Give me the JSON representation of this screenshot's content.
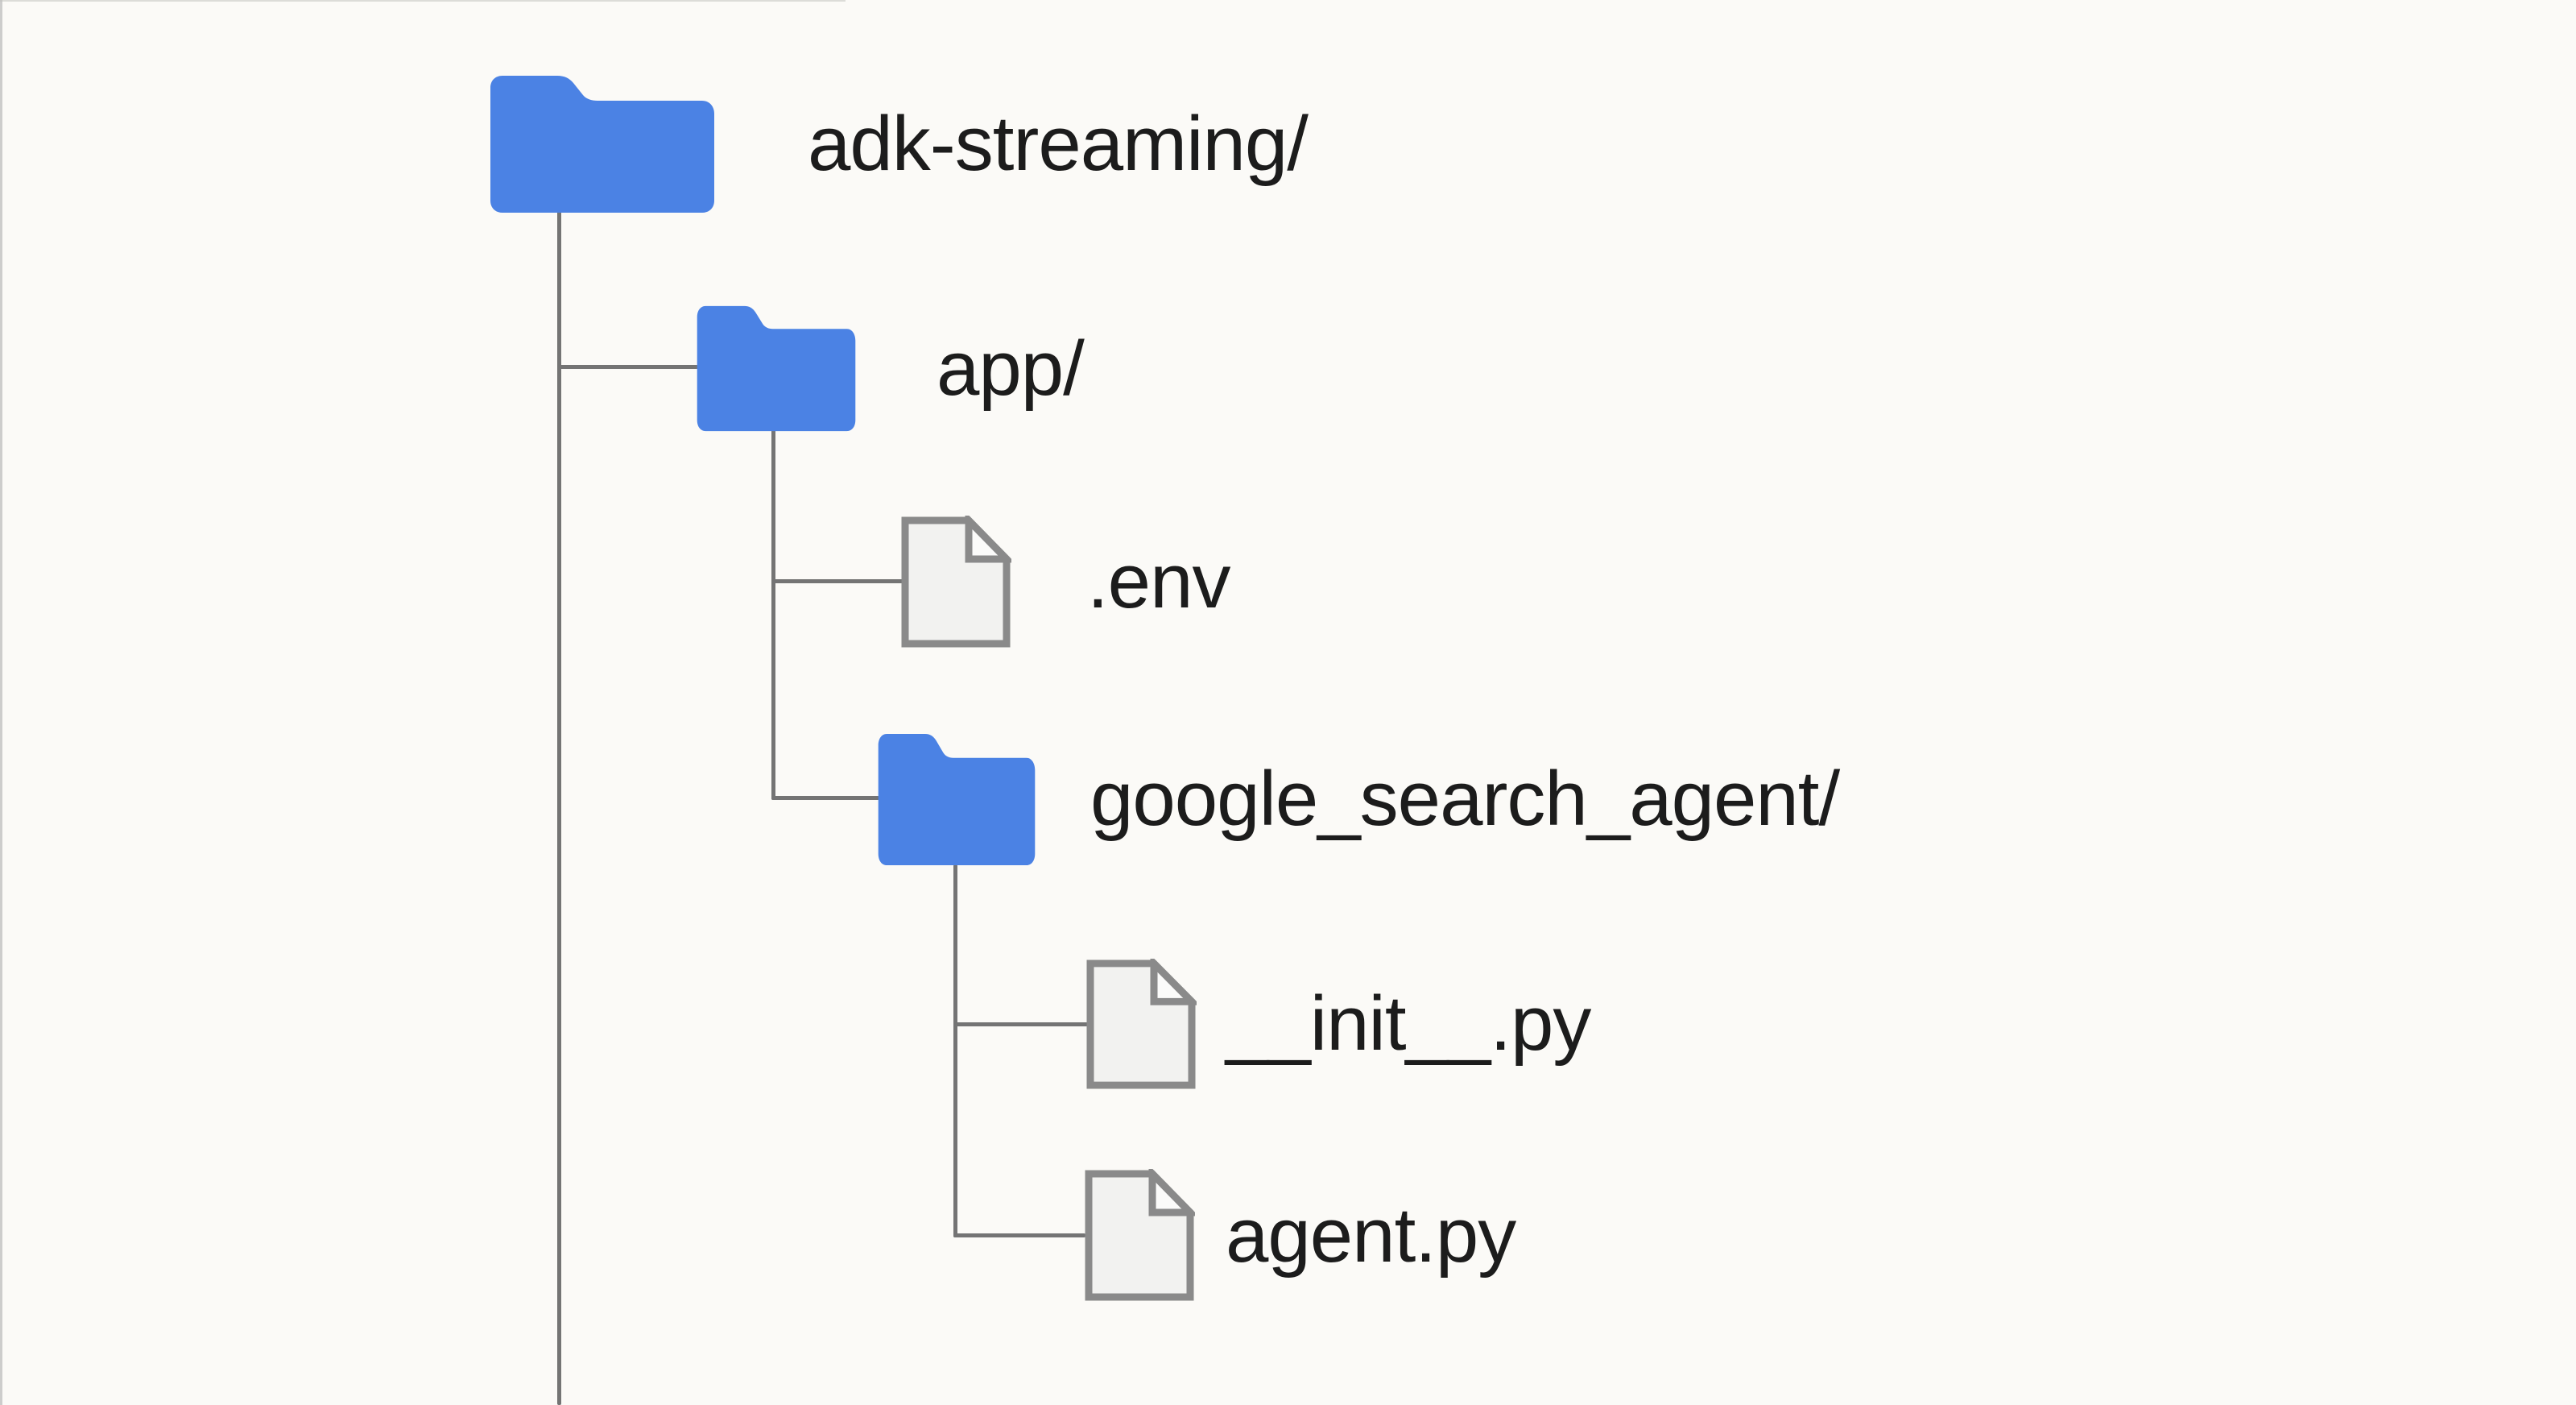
{
  "diagram": {
    "type": "file-tree",
    "colors": {
      "background": "#fbfaf7",
      "folder": "#4b82e4",
      "line": "#747474",
      "file_border": "#8a8a8a",
      "file_fill": "#f2f2f0",
      "fold_fill": "#fbfbfa",
      "text": "#1c1c1c",
      "frame": "#c2c2c0"
    },
    "nodes": [
      {
        "label": "adk-streaming/",
        "kind": "folder",
        "depth": 0
      },
      {
        "label": "app/",
        "kind": "folder",
        "depth": 1
      },
      {
        "label": ".env",
        "kind": "file",
        "depth": 2
      },
      {
        "label": "google_search_agent/",
        "kind": "folder",
        "depth": 2
      },
      {
        "label": "__init__.py",
        "kind": "file",
        "depth": 3
      },
      {
        "label": "agent.py",
        "kind": "file",
        "depth": 3
      }
    ]
  }
}
